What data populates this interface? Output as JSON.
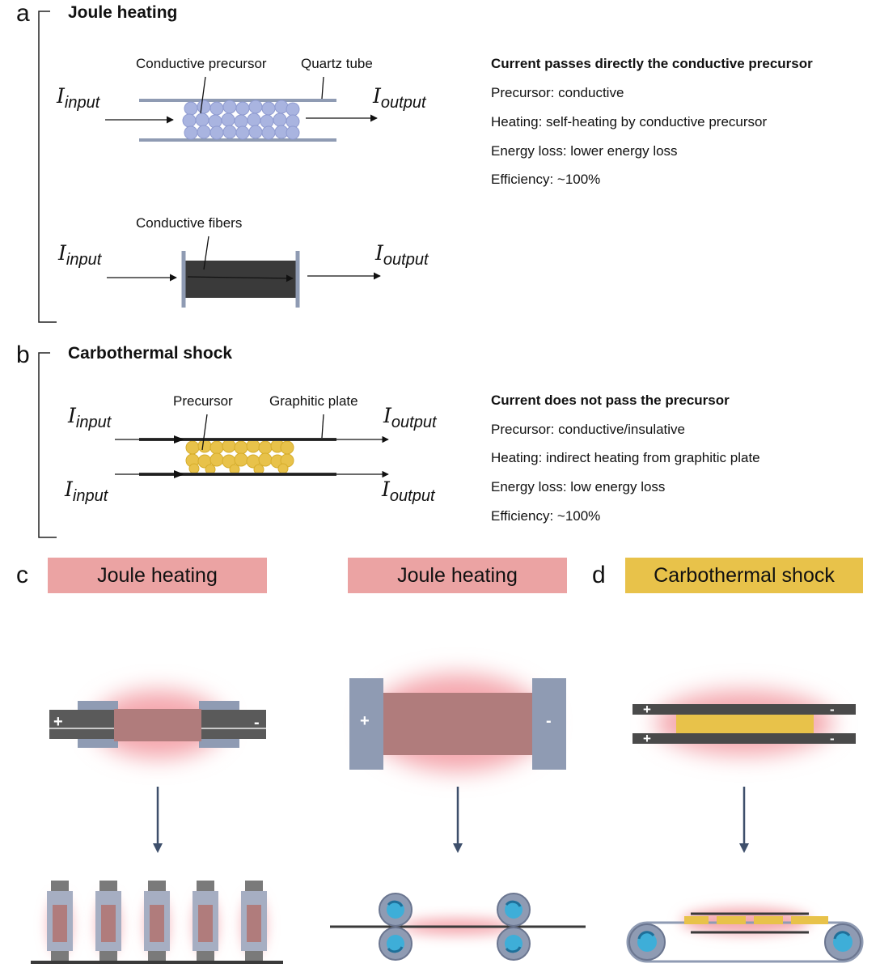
{
  "panel_a": {
    "letter": "a",
    "title": "Joule heating",
    "top": {
      "precursor_label": "Conductive precursor",
      "tube_label": "Quartz tube",
      "input": "I",
      "input_sub": "input",
      "output": "I",
      "output_sub": "output"
    },
    "bottom": {
      "fiber_label": "Conductive fibers",
      "input": "I",
      "input_sub": "input",
      "output": "I",
      "output_sub": "output"
    },
    "desc": {
      "heading": "Current passes directly the conductive precursor",
      "lines": [
        "Precursor: conductive",
        "Heating: self-heating by conductive precursor",
        "Energy loss: lower energy loss",
        "Efficiency: ~100%"
      ]
    }
  },
  "panel_b": {
    "letter": "b",
    "title": "Carbothermal shock",
    "precursor_label": "Precursor",
    "plate_label": "Graphitic plate",
    "input": "I",
    "input_sub": "input",
    "output": "I",
    "output_sub": "output",
    "desc": {
      "heading": "Current does not pass the precursor",
      "lines": [
        "Precursor: conductive/insulative",
        "Heating: indirect heating from graphitic plate",
        "Energy loss: low energy loss",
        "Efficiency: ~100%"
      ]
    }
  },
  "panel_c": {
    "letter": "c",
    "banner1": "Joule heating",
    "banner2": "Joule heating",
    "plus": "+",
    "minus": "-"
  },
  "panel_d": {
    "letter": "d",
    "banner": "Carbothermal shock",
    "plus": "+",
    "minus": "-"
  },
  "colors": {
    "joule_banner": "#eba3a3",
    "carbo_banner": "#e8c24a",
    "electrode": "#8f9bb3",
    "plate": "#4a4a4a",
    "heated": "#b07c7c",
    "precursor_yellow": "#e8c24a",
    "precursor_blue": "#a9b4e0",
    "roller": "#3eaed8"
  }
}
